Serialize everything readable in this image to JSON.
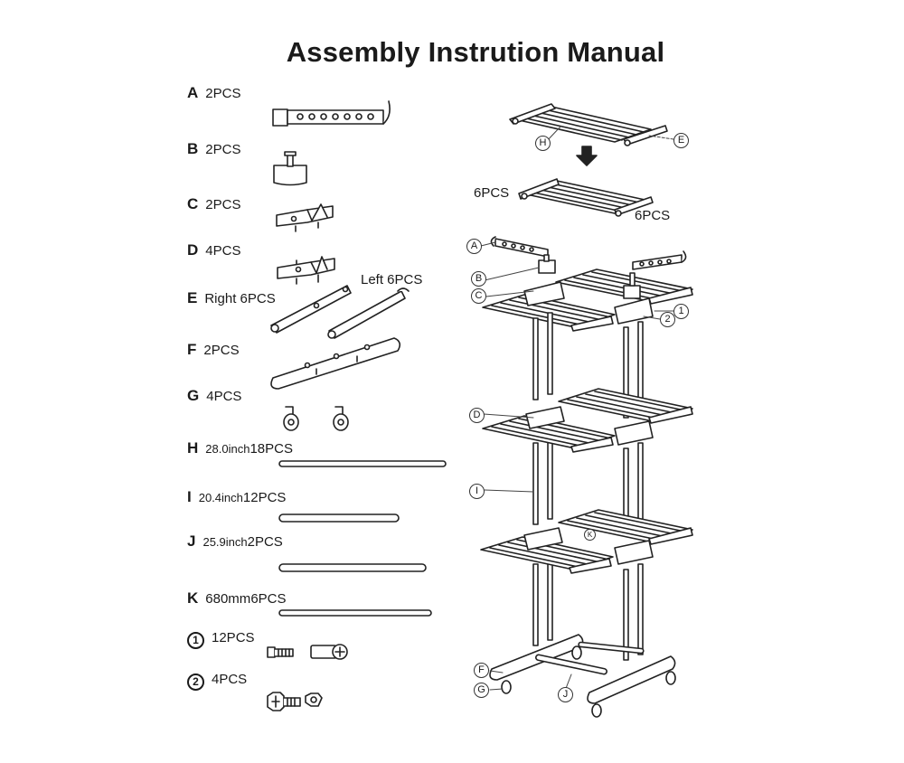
{
  "title": "Assembly Instrution Manual",
  "parts": [
    {
      "id": "A",
      "qty": "2PCS"
    },
    {
      "id": "B",
      "qty": "2PCS"
    },
    {
      "id": "C",
      "qty": "2PCS"
    },
    {
      "id": "D",
      "qty": "4PCS"
    },
    {
      "id": "E",
      "qty": "Right  6PCS",
      "extra": "Left  6PCS"
    },
    {
      "id": "F",
      "qty": "2PCS"
    },
    {
      "id": "G",
      "qty": "4PCS"
    },
    {
      "id": "H",
      "size": "28.0inch",
      "qty": "18PCS"
    },
    {
      "id": "I",
      "size": "20.4inch",
      "qty": "12PCS"
    },
    {
      "id": "J",
      "size": "25.9inch",
      "qty": "2PCS"
    },
    {
      "id": "K",
      "size": "680mm",
      "qty": "6PCS"
    },
    {
      "id": "1",
      "qty": "12PCS"
    },
    {
      "id": "2",
      "qty": "4PCS"
    }
  ],
  "diagram": {
    "shelf_qty_left": "6PCS",
    "shelf_qty_right": "6PCS",
    "callouts": [
      "H",
      "E",
      "A",
      "B",
      "C",
      "1",
      "2",
      "D",
      "I",
      "K",
      "F",
      "G",
      "J"
    ]
  }
}
